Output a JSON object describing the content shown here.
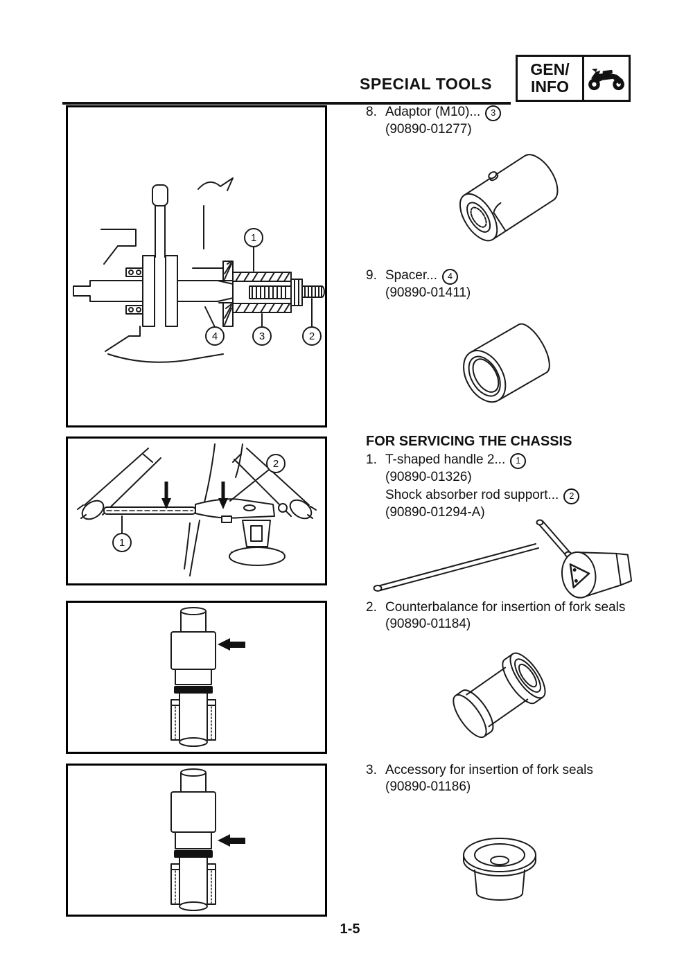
{
  "header": {
    "title": "SPECIAL TOOLS",
    "badge": {
      "line1": "GEN/",
      "line2": "INFO"
    }
  },
  "footer": {
    "page_number": "1-5"
  },
  "tools": {
    "item8": {
      "num": "8.",
      "label": "Adaptor (M10)...",
      "callout": "3",
      "part_no": "(90890-01277)"
    },
    "item9": {
      "num": "9.",
      "label": "Spacer...",
      "callout": "4",
      "part_no": "(90890-01411)"
    },
    "chassis_heading": "FOR SERVICING THE CHASSIS",
    "item1": {
      "num": "1.",
      "label": "T-shaped handle 2...",
      "callout": "1",
      "part_no": "(90890-01326)",
      "label2": "Shock absorber rod support...",
      "callout2": "2",
      "part_no2": "(90890-01294-A)"
    },
    "item2": {
      "num": "2.",
      "label": "Counterbalance for insertion of fork seals",
      "part_no": "(90890-01184)"
    },
    "item3": {
      "num": "3.",
      "label": "Accessory for insertion of fork seals",
      "part_no": "(90890-01186)"
    }
  },
  "figures": {
    "fig1_callouts": {
      "c1": "1",
      "c2": "2",
      "c3": "3",
      "c4": "4"
    },
    "fig2_callouts": {
      "c1": "1",
      "c2": "2"
    }
  }
}
